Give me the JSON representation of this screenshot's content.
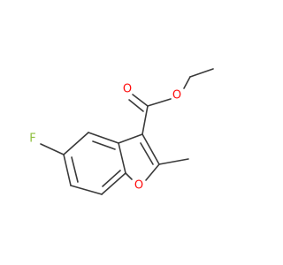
{
  "molecule": {
    "atoms": {
      "carbonyl_oxygen": {
        "symbol": "O",
        "color": "#ff0d0d"
      },
      "ester_oxygen": {
        "symbol": "O",
        "color": "#ff0d0d"
      },
      "ring_oxygen": {
        "symbol": "O",
        "color": "#ff0d0d"
      },
      "fluorine": {
        "symbol": "F",
        "color": "#8fbf3f"
      }
    },
    "bond_color": "#3a3a3a"
  }
}
